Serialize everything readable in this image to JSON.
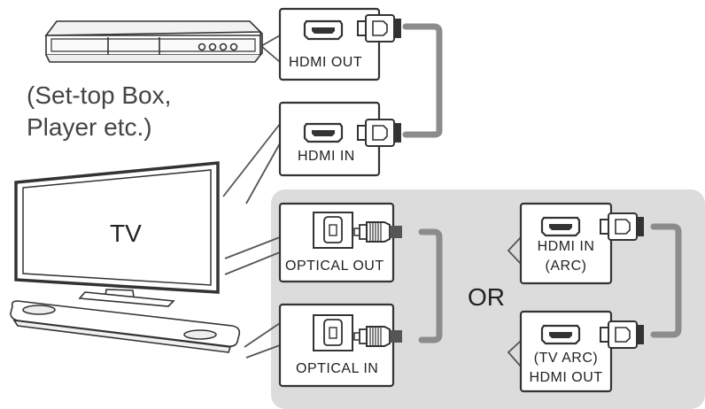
{
  "devices": {
    "settop_caption_line1": "(Set-top Box,",
    "settop_caption_line2": "Player etc.)",
    "tv_label": "TV"
  },
  "ports": {
    "hdmi_out": "HDMI OUT",
    "hdmi_in": "HDMI IN",
    "optical_out": "OPTICAL OUT",
    "optical_in": "OPTICAL IN",
    "hdmi_in_arc_line1": "HDMI IN",
    "hdmi_in_arc_line2": "(ARC)",
    "tv_arc_line1": "(TV ARC)",
    "tv_arc_line2": "HDMI OUT"
  },
  "or_label": "OR",
  "colors": {
    "panel_bg": "#dcdcdc",
    "cable": "#8c8c8c",
    "outline": "#333333"
  },
  "icons": [
    "hdmi-port-icon",
    "hdmi-plug-icon",
    "optical-port-icon",
    "optical-plug-icon",
    "set-top-box-icon",
    "tv-icon",
    "soundbar-icon"
  ]
}
